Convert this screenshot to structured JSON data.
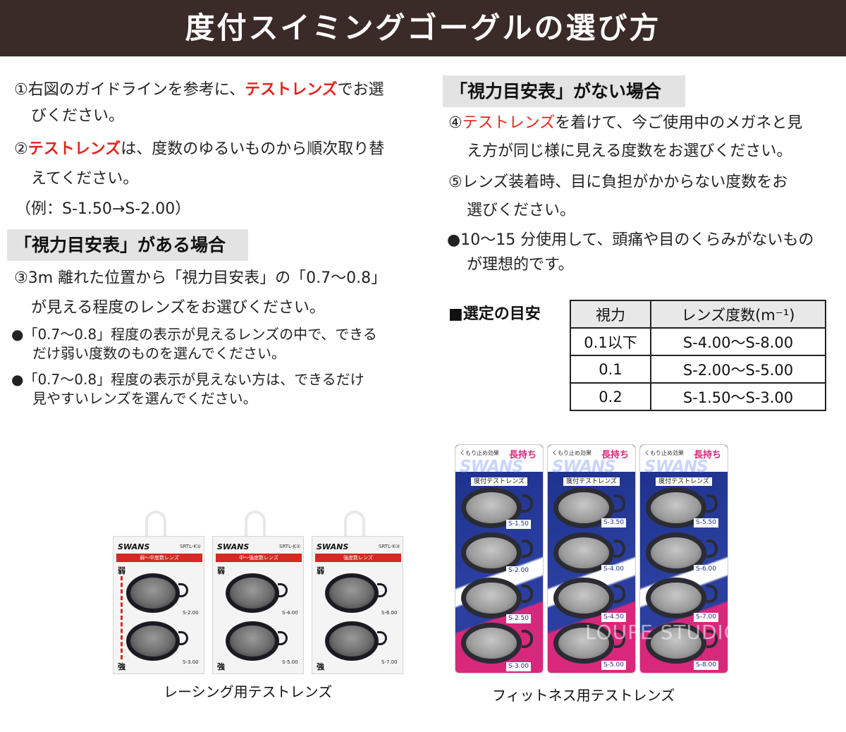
{
  "title": "度付スイミングゴーグルの選び方",
  "left": {
    "item1": {
      "pre": "①右図のガイドラインを参考に、",
      "red": "テストレンズ",
      "post": "でお選",
      "line2": "びください。"
    },
    "item2": {
      "pre": "②",
      "red": "テストレンズ",
      "post": "は、度数のゆるいものから順次取り替",
      "line2": "えてください。"
    },
    "example": "（例：S-1.50→S-2.00）",
    "section_title": "「視力目安表」がある場合",
    "item3_line1": "③3m 離れた位置から「視力目安表」の「0.7〜0.8」",
    "item3_line2": "が見える程度のレンズをお選びください。",
    "bullet1_line1": "●「0.7〜0.8」程度の表示が見えるレンズの中で、できる",
    "bullet1_line2": "だけ弱い度数のものを選んでください。",
    "bullet2_line1": "●「0.7〜0.8」程度の表示が見えない方は、できるだけ",
    "bullet2_line2": "見やすいレンズを選んでください。"
  },
  "right": {
    "section_title": "「視力目安表」がない場合",
    "item4": {
      "pre": "④",
      "red": "テストレンズ",
      "post": "を着けて、今ご使用中のメガネと見",
      "line2": "え方が同じ様に見える度数をお選びください。"
    },
    "item5_line1": "⑤レンズ装着時、目に負担がかからない度数をお",
    "item5_line2": "選びください。",
    "bullet_line1": "●10〜15 分使用して、頭痛や目のくらみがないもの",
    "bullet_line2": "が理想的です。",
    "guide_label": "■選定の目安",
    "table": {
      "headers": [
        "視力",
        "レンズ度数(m⁻¹)"
      ],
      "rows": [
        [
          "0.1以下",
          "S-4.00〜S-8.00"
        ],
        [
          "0.1",
          "S-2.00〜S-5.00"
        ],
        [
          "0.2",
          "S-1.50〜S-3.00"
        ]
      ]
    }
  },
  "racing": {
    "caption": "レーシング用テストレンズ",
    "brand": "SWANS",
    "weak": "弱",
    "strong": "強",
    "packs": [
      {
        "code": "SRTL-K①",
        "bar": "弱〜中度数レンズ",
        "top": "S-2.00",
        "bottom": "S-3.00"
      },
      {
        "code": "SRTL-K②",
        "bar": "中〜強度数レンズ",
        "top": "S-4.00",
        "bottom": "S-5.00"
      },
      {
        "code": "SRTL-K③",
        "bar": "強度数レンズ",
        "top": "S-6.00",
        "bottom": "S-7.00"
      }
    ]
  },
  "fitness": {
    "caption": "フィットネス用テストレンズ",
    "tag": "くもり止め効果",
    "strong_label": "長持ち",
    "logo": "SWANS",
    "sub": "度付テストレンズ",
    "packs": [
      {
        "values": [
          "S-1.50",
          "S-2.00",
          "S-2.50",
          "S-3.00"
        ]
      },
      {
        "values": [
          "S-3.50",
          "S-4.00",
          "S-4.50",
          "S-5.00"
        ]
      },
      {
        "values": [
          "S-5.50",
          "S-6.00",
          "S-7.00",
          "S-8.00"
        ]
      }
    ]
  },
  "watermark": "LOUPE STUDIO"
}
